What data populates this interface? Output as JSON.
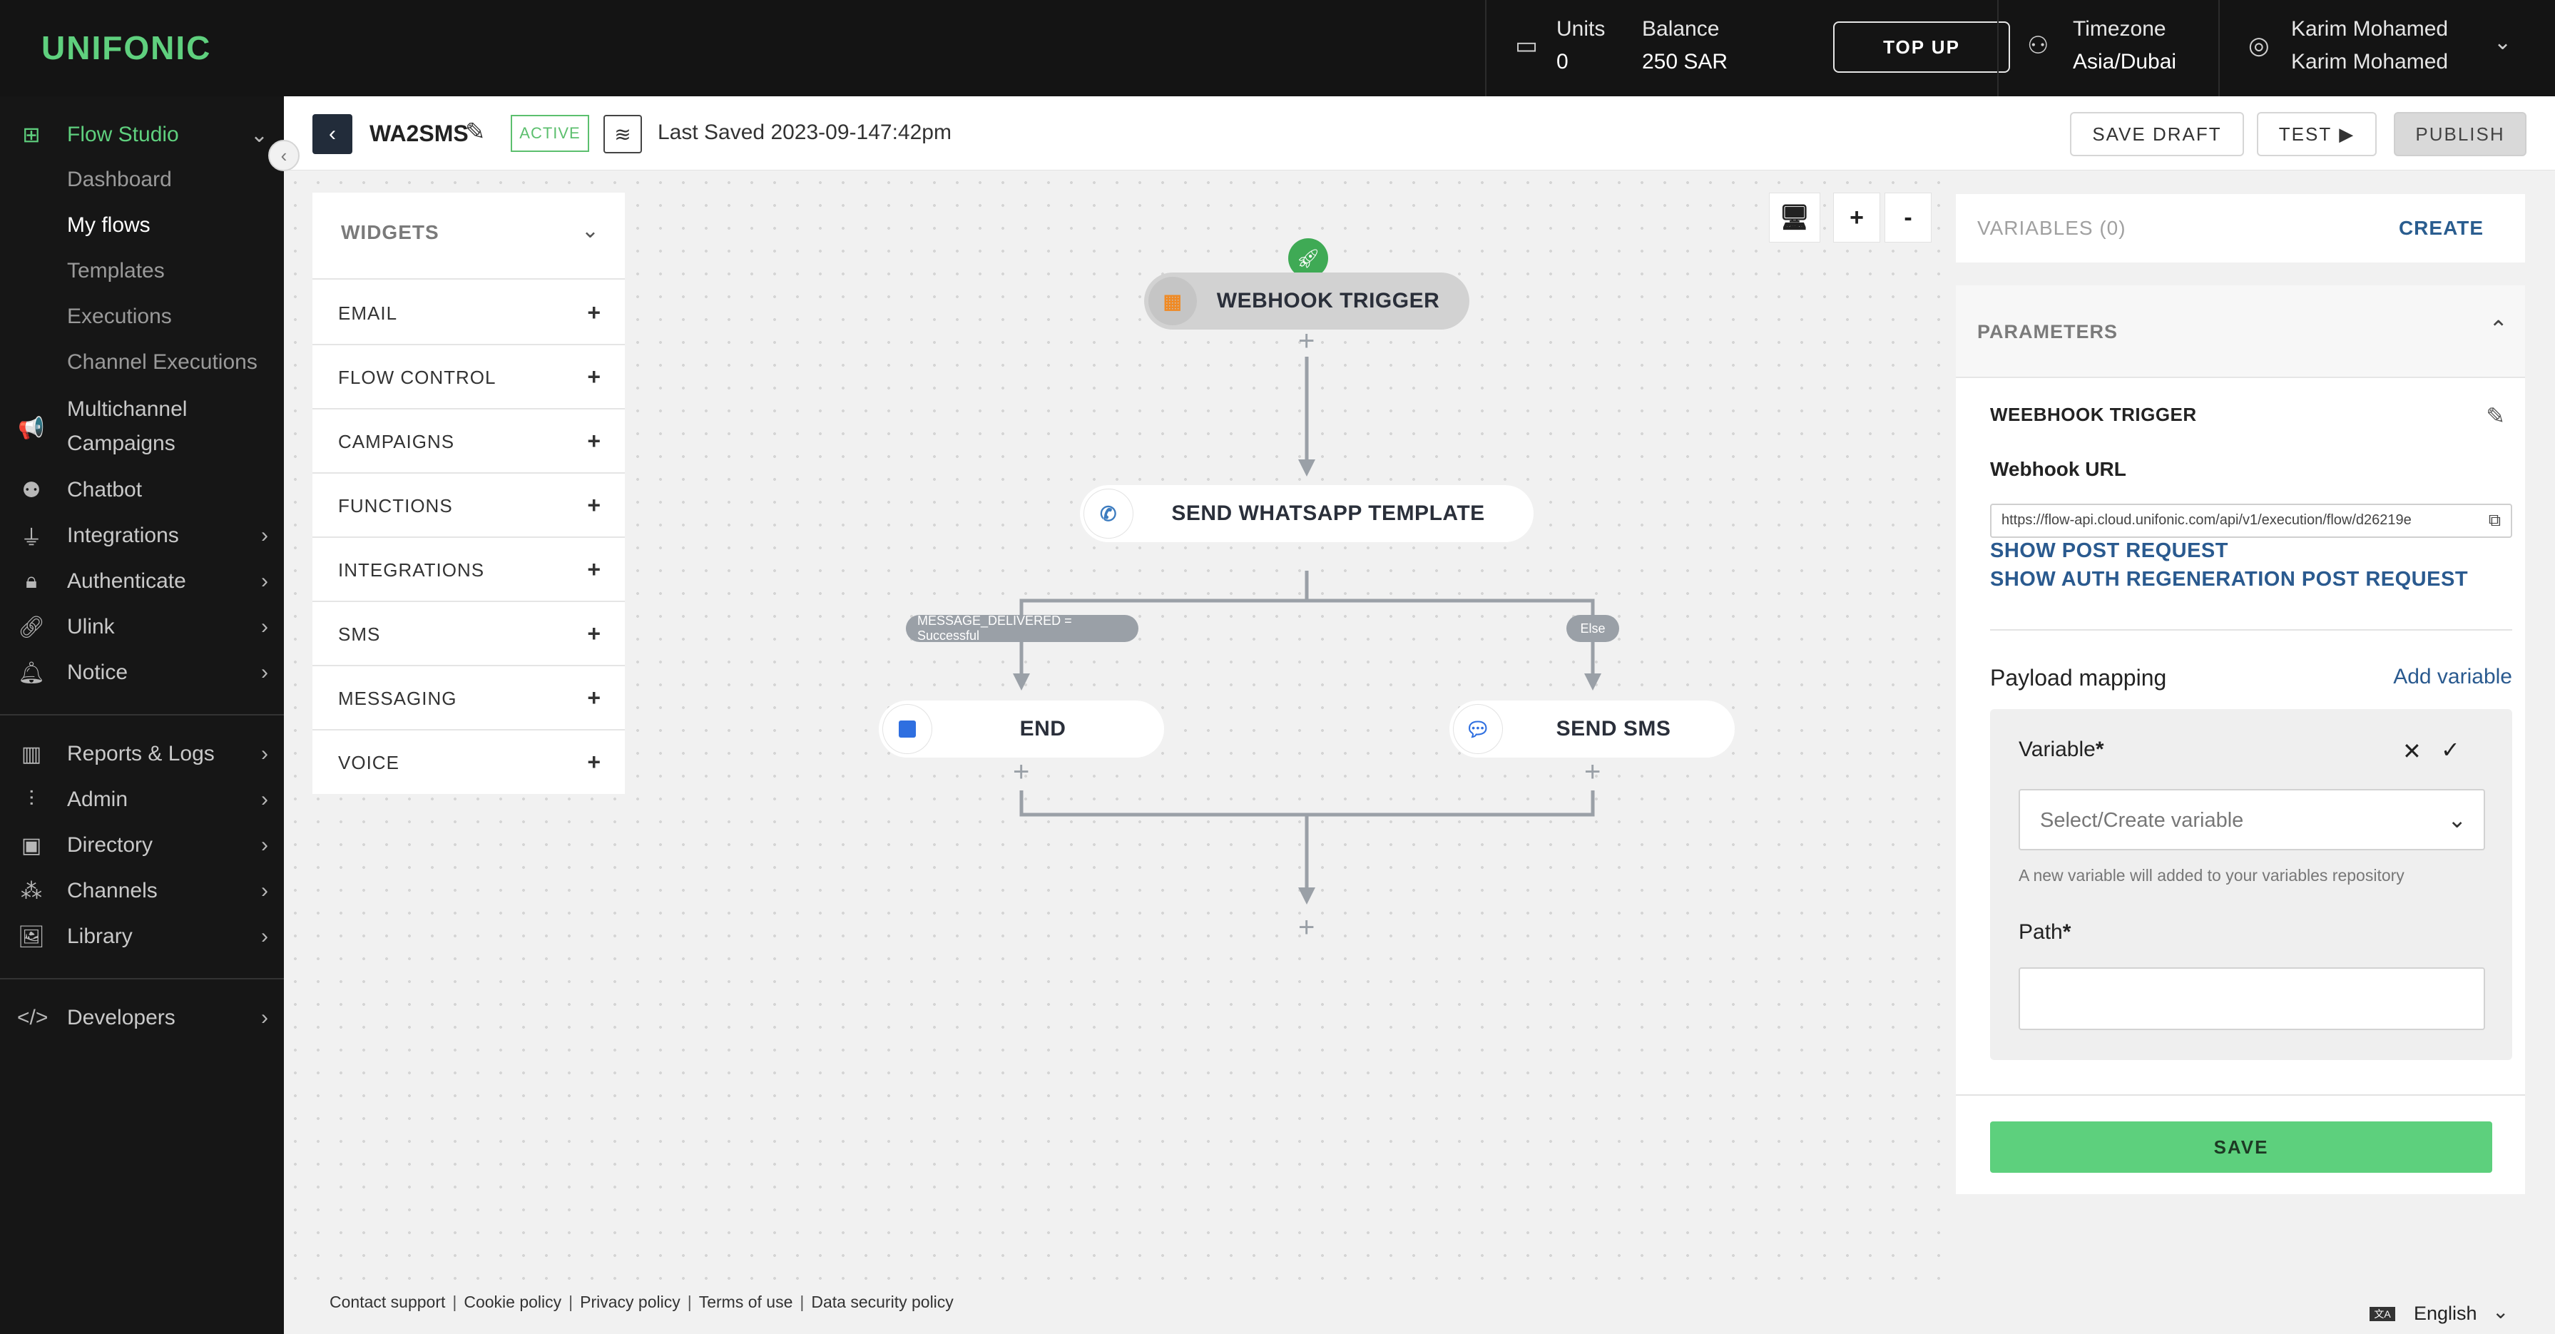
{
  "brand": {
    "logo": "UNIFONIC"
  },
  "topbar": {
    "units_label": "Units",
    "units_value": "0",
    "balance_label": "Balance",
    "balance_value": "250 SAR",
    "topup_label": "TOP UP",
    "timezone_label": "Timezone",
    "timezone_value": "Asia/Dubai",
    "user_name": "Karim Mohamed",
    "user_sub": "Karim Mohamed",
    "icons": {
      "wallet": "wallet-icon",
      "timezone": "user-clock-icon",
      "user": "user-circle-icon"
    }
  },
  "sidebar": {
    "flow_studio": "Flow Studio",
    "sub_items": [
      "Dashboard",
      "My flows",
      "Templates",
      "Executions",
      "Channel Executions"
    ],
    "active_sub": "My flows",
    "items": [
      {
        "label": "Multichannel",
        "label2": "Campaigns",
        "icon": "megaphone-icon"
      },
      {
        "label": "Chatbot",
        "icon": "bot-icon"
      },
      {
        "label": "Integrations",
        "icon": "plug-icon"
      },
      {
        "label": "Authenticate",
        "icon": "lock-icon"
      },
      {
        "label": "Ulink",
        "icon": "link-icon"
      },
      {
        "label": "Notice",
        "icon": "bell-icon"
      },
      {
        "label": "Reports & Logs",
        "icon": "bar-chart-icon"
      },
      {
        "label": "Admin",
        "icon": "sliders-icon"
      },
      {
        "label": "Directory",
        "icon": "contact-card-icon"
      },
      {
        "label": "Channels",
        "icon": "network-icon"
      },
      {
        "label": "Library",
        "icon": "image-library-icon"
      },
      {
        "label": "Developers",
        "icon": "code-icon"
      }
    ]
  },
  "header": {
    "flow_name": "WA2SMS",
    "status": "ACTIVE",
    "last_saved": "Last Saved 2023-09-147:42pm",
    "save_draft": "SAVE DRAFT",
    "test": "TEST",
    "publish": "PUBLISH"
  },
  "widgets": {
    "title": "WIDGETS",
    "items": [
      "EMAIL",
      "FLOW CONTROL",
      "CAMPAIGNS",
      "FUNCTIONS",
      "INTEGRATIONS",
      "SMS",
      "MESSAGING",
      "VOICE"
    ]
  },
  "canvas": {
    "zoom_in": "+",
    "zoom_out": "-",
    "nodes": {
      "trigger": "WEBHOOK TRIGGER",
      "whatsapp": "SEND WHATSAPP TEMPLATE",
      "end": "END",
      "sms": "SEND SMS"
    },
    "edges": {
      "delivered": "MESSAGE_DELIVERED = Successful",
      "else": "Else"
    }
  },
  "variables": {
    "title": "VARIABLES (0)",
    "create": "CREATE"
  },
  "parameters": {
    "title": "PARAMETERS",
    "node_title": "WEEBHOOK TRIGGER",
    "webhook_label": "Webhook URL",
    "webhook_url": "https://flow-api.cloud.unifonic.com/api/v1/execution/flow/d26219e",
    "show_post": "SHOW POST REQUEST",
    "show_auth": "SHOW AUTH REGENERATION POST REQUEST",
    "payload_title": "Payload mapping",
    "add_variable": "Add variable",
    "variable_label": "Variable",
    "variable_placeholder": "Select/Create variable",
    "variable_help": "A new variable will added to your variables repository",
    "path_label": "Path",
    "path_value": "",
    "save": "SAVE"
  },
  "footer": {
    "links": [
      "Contact support",
      "Cookie policy",
      "Privacy policy",
      "Terms of use",
      "Data security policy"
    ],
    "language": "English"
  },
  "colors": {
    "brand_green": "#5fd07e",
    "sidebar_bg": "#161616",
    "link_blue": "#2a5a8f",
    "save_green": "#5dd07d"
  }
}
